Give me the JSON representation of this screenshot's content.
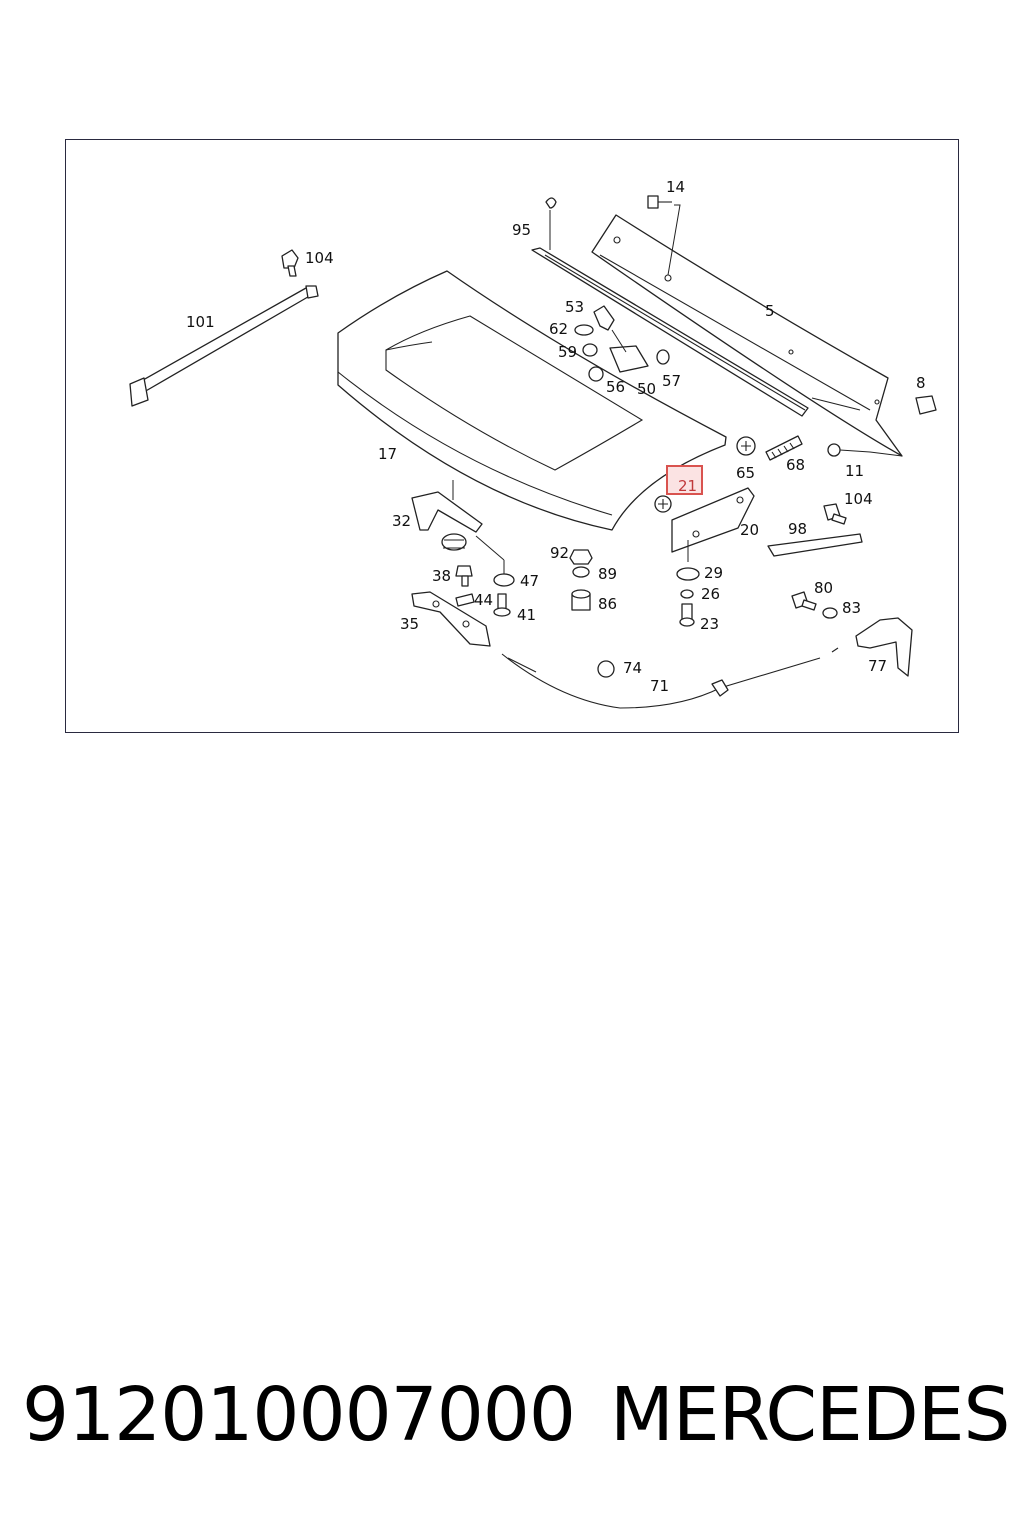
{
  "diagram": {
    "callouts": {
      "c14": "14",
      "c95": "95",
      "c104a": "104",
      "c101": "101",
      "c5": "5",
      "c53": "53",
      "c62": "62",
      "c59": "59",
      "c56": "56",
      "c50": "50",
      "c57": "57",
      "c8": "8",
      "c17": "17",
      "c65": "65",
      "c68": "68",
      "c11": "11",
      "c21": "21",
      "c104b": "104",
      "c32": "32",
      "c20": "20",
      "c98": "98",
      "c92": "92",
      "c38": "38",
      "c47": "47",
      "c89": "89",
      "c29": "29",
      "c44": "44",
      "c41": "41",
      "c86": "86",
      "c26": "26",
      "c80": "80",
      "c83": "83",
      "c35": "35",
      "c23": "23",
      "c74": "74",
      "c77": "77",
      "c71": "71"
    },
    "highlighted_callout": "21",
    "highlight_color": "#d9534f"
  },
  "footer": {
    "part_number": "912010007000",
    "brand": "MERCEDES"
  }
}
